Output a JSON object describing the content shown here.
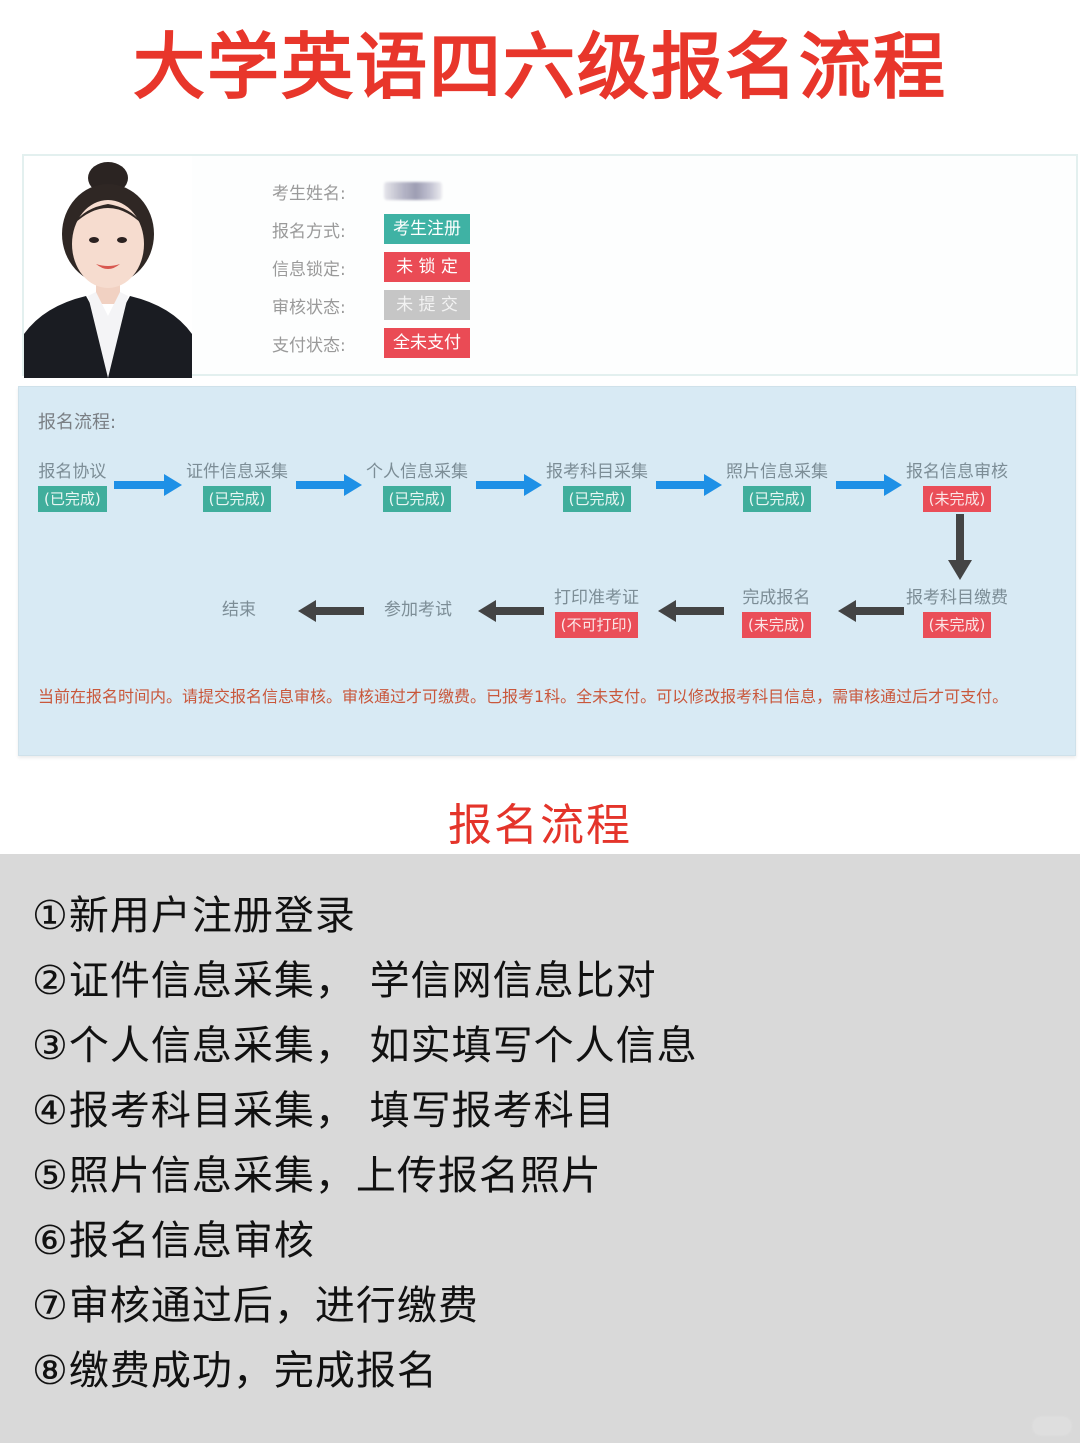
{
  "title": "大学英语四六级报名流程",
  "profile": {
    "photo_alt": "考生照片",
    "rows": [
      {
        "label": "考生姓名:",
        "value": "",
        "type": "blurred"
      },
      {
        "label": "报名方式:",
        "value": "考生注册",
        "type": "badge",
        "color": "#3fb2a4"
      },
      {
        "label": "信息锁定:",
        "value": "未 锁 定",
        "type": "badge",
        "color": "#ea4b55"
      },
      {
        "label": "审核状态:",
        "value": "未 提 交",
        "type": "badge",
        "color": "#c6c6c6"
      },
      {
        "label": "支付状态:",
        "value": "全未支付",
        "type": "badge",
        "color": "#ea4b55"
      }
    ]
  },
  "process": {
    "title": "报名流程:",
    "row1": [
      {
        "label": "报名协议",
        "status": "(已完成)",
        "state": "done"
      },
      {
        "label": "证件信息采集",
        "status": "(已完成)",
        "state": "done"
      },
      {
        "label": "个人信息采集",
        "status": "(已完成)",
        "state": "done"
      },
      {
        "label": "报考科目采集",
        "status": "(已完成)",
        "state": "done"
      },
      {
        "label": "照片信息采集",
        "status": "(已完成)",
        "state": "done"
      },
      {
        "label": "报名信息审核",
        "status": "(未完成)",
        "state": "todo"
      }
    ],
    "row2": [
      {
        "label": "报考科目缴费",
        "status": "(未完成)",
        "state": "todo"
      },
      {
        "label": "完成报名",
        "status": "(未完成)",
        "state": "todo"
      },
      {
        "label": "打印准考证",
        "status": "(不可打印)",
        "state": "todo"
      },
      {
        "label": "参加考试",
        "status": "",
        "state": "none"
      },
      {
        "label": "结束",
        "status": "",
        "state": "none"
      }
    ],
    "notice": "当前在报名时间内。请提交报名信息审核。审核通过才可缴费。已报考1科。全未支付。可以修改报考科目信息，需审核通过后才可支付。",
    "colors": {
      "done": "#40ae9c",
      "todo": "#ea4e58",
      "arrow_forward": "#1e90e6",
      "arrow_back": "#444444",
      "panel_bg": "#d8eaf4"
    }
  },
  "section_title": "报名流程",
  "steps": [
    "①新用户注册登录",
    "②证件信息采集， 学信网信息比对",
    "③个人信息采集， 如实填写个人信息",
    "④报考科目采集， 填写报考科目",
    "⑤照片信息采集，上传报名照片",
    "⑥报名信息审核",
    "⑦审核通过后，进行缴费",
    "⑧缴费成功，完成报名"
  ],
  "colors": {
    "title_red": "#e8362b",
    "steps_bg": "#d9d9d9"
  }
}
